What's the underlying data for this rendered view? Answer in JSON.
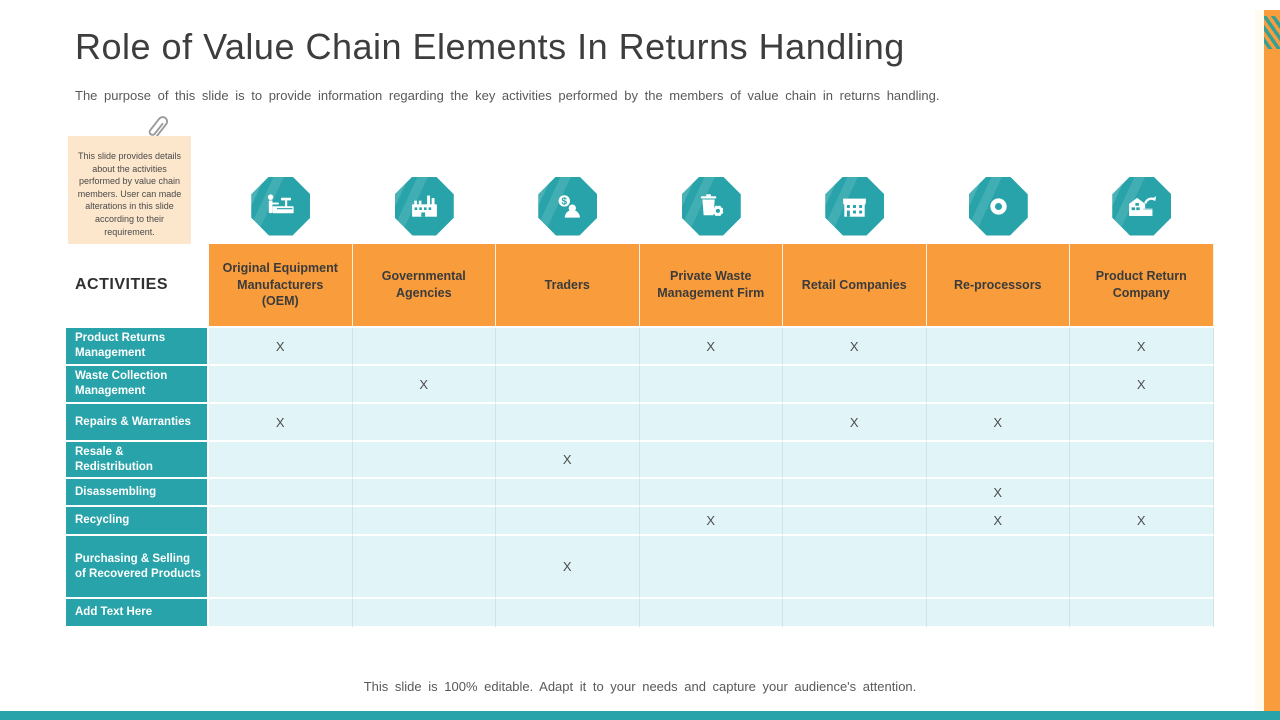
{
  "slide": {
    "title": "Role of Value Chain Elements In Returns Handling",
    "subtitle": "The purpose of this slide is to provide information regarding the key activities performed by the members of value chain in returns handling.",
    "note_text": "This slide provides details about the activities performed by value chain members. User can made alterations in this slide according to their requirement.",
    "activities_label": "ACTIVITIES",
    "footer": "This slide is 100% editable. Adapt it to your needs and capture your audience's attention."
  },
  "table": {
    "columns": [
      {
        "label": "Original Equipment Manufacturers (OEM)",
        "icon": "worker-machine-icon"
      },
      {
        "label": "Governmental Agencies",
        "icon": "factory-icon"
      },
      {
        "label": "Traders",
        "icon": "trader-dollar-icon"
      },
      {
        "label": "Private Waste Management Firm",
        "icon": "trash-gear-icon"
      },
      {
        "label": "Retail Companies",
        "icon": "store-icon"
      },
      {
        "label": "Re-processors",
        "icon": "gear-icon"
      },
      {
        "label": "Product Return Company",
        "icon": "warehouse-return-icon"
      }
    ],
    "rows": [
      {
        "label": "Product Returns Management",
        "marks": [
          "X",
          "",
          "",
          "X",
          "X",
          "",
          "X"
        ]
      },
      {
        "label": "Waste Collection Management",
        "marks": [
          "",
          "X",
          "",
          "",
          "",
          "",
          "X"
        ]
      },
      {
        "label": "Repairs & Warranties",
        "marks": [
          "X",
          "",
          "",
          "",
          "X",
          "X",
          ""
        ]
      },
      {
        "label": "Resale & Redistribution",
        "marks": [
          "",
          "",
          "X",
          "",
          "",
          "",
          ""
        ]
      },
      {
        "label": "Disassembling",
        "marks": [
          "",
          "",
          "",
          "",
          "",
          "X",
          ""
        ]
      },
      {
        "label": "Recycling",
        "marks": [
          "",
          "",
          "",
          "X",
          "",
          "X",
          "X"
        ]
      },
      {
        "label": "Purchasing & Selling of Recovered Products",
        "marks": [
          "",
          "",
          "X",
          "",
          "",
          "",
          ""
        ]
      },
      {
        "label": "Add Text Here",
        "marks": [
          "",
          "",
          "",
          "",
          "",
          "",
          ""
        ]
      }
    ]
  },
  "colors": {
    "teal": "#27A3A9",
    "orange": "#F89C3C",
    "cell_bg": "#E1F5F8",
    "note_bg": "#FCE6CC",
    "title_text": "#3D3D3D",
    "body_text": "#595959",
    "mark_text": "#4D4D4D"
  }
}
